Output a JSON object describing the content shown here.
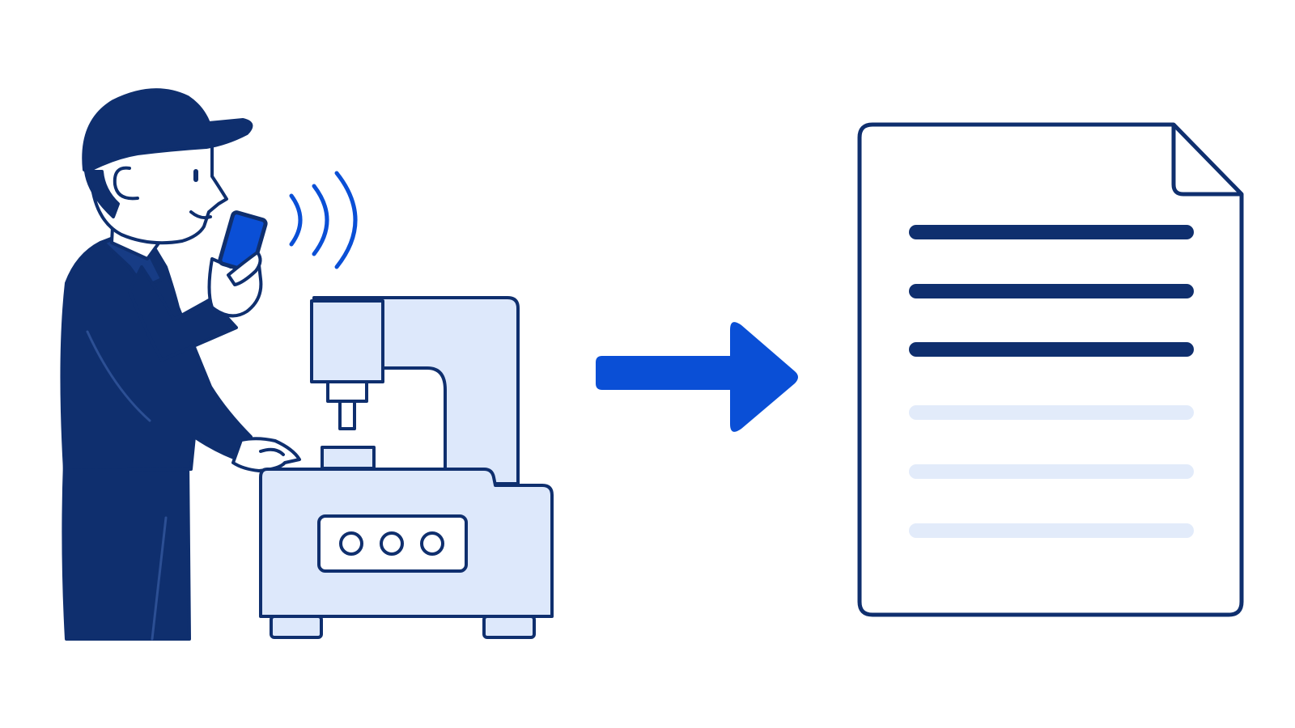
{
  "colors": {
    "navy": "#0f2f6e",
    "accent_blue": "#0a4fd6",
    "light_blue": "#dde8fb",
    "faded_line": "#e2ebfa",
    "background": "#ffffff"
  },
  "icons": {
    "worker": "worker-with-phone",
    "sound": "sound-waves",
    "machine": "industrial-machine",
    "arrow": "right-arrow",
    "document": "document-page"
  },
  "document": {
    "filled_lines": 3,
    "faded_lines": 3
  },
  "machine": {
    "panel_buttons": 3
  }
}
